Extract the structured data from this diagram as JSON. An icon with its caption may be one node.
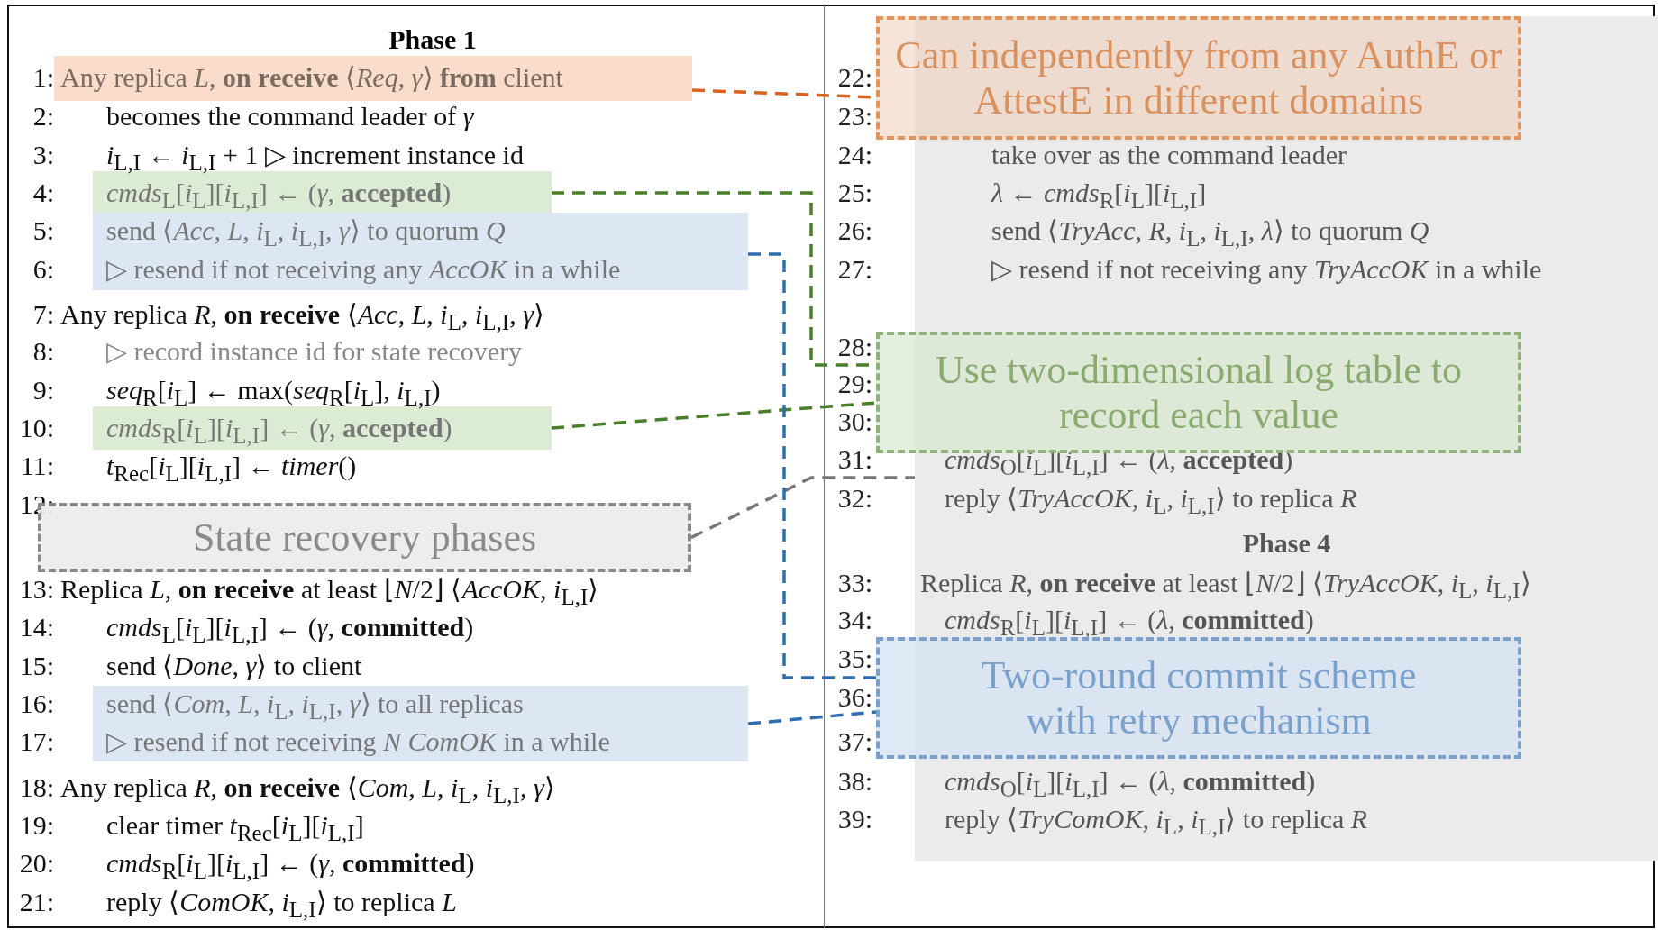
{
  "diagram": {
    "nodes": [
      {
        "text": [
          "Any replica *L*, **on receive** ⟨*Req*, *γ*⟩ **from** client"
        ]
      },
      {
        "text": [
          "Can independently from any AuthE or AttestE in different domains"
        ]
      },
      {
        "text": [
          "*cmds*$_{L}$[*i*$_{L}$][*i*$_{L,I}$] ← (*γ*, **accepted**)"
        ]
      },
      {
        "text": [
          "send ⟨*Acc*, *L*, *i*$_{L}$, *i*$_{L,I}$, *γ*⟩ to quorum *Q*",
          "▷ resend if not receiving any *AccOK* in a while"
        ]
      },
      {
        "text": [
          "*cmds*$_{R}$[*i*$_{L}$][*i*$_{L,I}$] ← (*γ*, **accepted**)"
        ]
      },
      {
        "text": [
          "Use two-dimensional log table to record each value"
        ]
      },
      {
        "text": [
          "State recovery phases"
        ]
      },
      {
        "text": [
          "take over as the command leader",
          "*λ* ← *cmds*$_{R}$[*i*$_{L}$][*i*$_{L,I}$]",
          "send ⟨*TryAcc*, *R*, *i*$_{L}$, *i*$_{L,I}$, *λ*⟩ to quorum *Q*",
          "▷ resend if not receiving any *TryAccOK* in a while",
          "*cmds*$_{O}$[*i*$_{L}$][*i*$_{L,I}$] ← (*λ*, **accepted**)",
          "reply ⟨*TryAccOK*, *i*$_{L}$, *i*$_{L,I}$⟩ to replica *R*",
          "Phase 4",
          "Replica *R*, **on receive** at least ⌊*N*/2⌋ ⟨*TryAccOK*, *i*$_{L}$, *i*$_{L,I}$⟩",
          "*cmds*$_{R}$[*i*$_{L}$][*i*$_{L,I}$] ← (*λ*, **committed**)",
          "*cmds*$_{O}$[*i*$_{L}$][*i*$_{L,I}$] ← (*λ*, **committed**)",
          "reply ⟨*TryComOK*, *i*$_{L}$, *i*$_{L,I}$⟩ to replica *R*"
        ]
      },
      {
        "text": [
          "send ⟨*Com*, *L*, *i*$_{L}$, *i*$_{L,I}$, *γ*⟩ to all replicas",
          "▷ resend if not receiving *N* *ComOK* in a while"
        ]
      },
      {
        "text": [
          "Two-round commit scheme with retry mechanism"
        ]
      }
    ],
    "edges": [
      {
        "from": 0,
        "to": 1,
        "arrow": "none",
        "style": "dashed",
        "color": "#d9631e"
      },
      {
        "from": 2,
        "to": 5,
        "arrow": "none",
        "style": "dashed",
        "color": "#4a7f2a"
      },
      {
        "from": 4,
        "to": 5,
        "arrow": "none",
        "style": "dashed",
        "color": "#4a7f2a"
      },
      {
        "from": 6,
        "to": 7,
        "arrow": "none",
        "style": "dashed",
        "color": "#777777"
      },
      {
        "from": 3,
        "to": 9,
        "arrow": "none",
        "style": "dashed",
        "color": "#2f6fb0"
      },
      {
        "from": 8,
        "to": 9,
        "arrow": "none",
        "style": "dashed",
        "color": "#2f6fb0"
      }
    ],
    "labels": [
      "Phase 1",
      "1:",
      "2:",
      "becomes the command leader of *γ*",
      "3:",
      "*i*$_{L,I}$ ← *i*$_{L,I}$ + 1 ▷ increment instance id",
      "4:",
      "5:",
      "6:",
      "7:",
      "Any replica *R*, **on receive** ⟨*Acc*, *L*, *i*$_{L}$, *i*$_{L,I}$, *γ*⟩",
      "8:",
      "▷ record instance id for state recovery",
      "9:",
      "*seq*$_{R}$[*i*$_{L}$] ← max(*seq*$_{R}$[*i*$_{L}$], *i*$_{L,I}$)",
      "10:",
      "11:",
      "*t*$_{Rec}$[*i*$_{L}$][*i*$_{L,I}$] ← *timer*()",
      "12:",
      "13:",
      "Replica *L*, **on receive** at least ⌊*N*/2⌋ ⟨*AccOK*, *i*$_{L,I}$⟩",
      "14:",
      "*cmds*$_{L}$[*i*$_{L}$][*i*$_{L,I}$] ← (*γ*, **committed**)",
      "15:",
      "send ⟨*Done*, *γ*⟩ to client",
      "16:",
      "17:",
      "18:",
      "Any replica *R*, **on receive** ⟨*Com*, *L*, *i*$_{L}$, *i*$_{L,I}$, *γ*⟩",
      "19:",
      "clear timer *t*$_{Rec}$[*i*$_{L}$][*i*$_{L,I}$]",
      "20:",
      "*cmds*$_{R}$[*i*$_{L}$][*i*$_{L,I}$] ← (*γ*, **committed**)",
      "21:",
      "reply ⟨*ComOK*, *i*$_{L,I}$⟩ to replica *L*",
      "22:",
      "23:",
      "24:",
      "25:",
      "26:",
      "27:",
      "28:",
      "29:",
      "30:",
      "31:",
      "32:",
      "33:",
      "34:",
      "35:",
      "36:",
      "37:",
      "38:",
      "39:"
    ]
  }
}
